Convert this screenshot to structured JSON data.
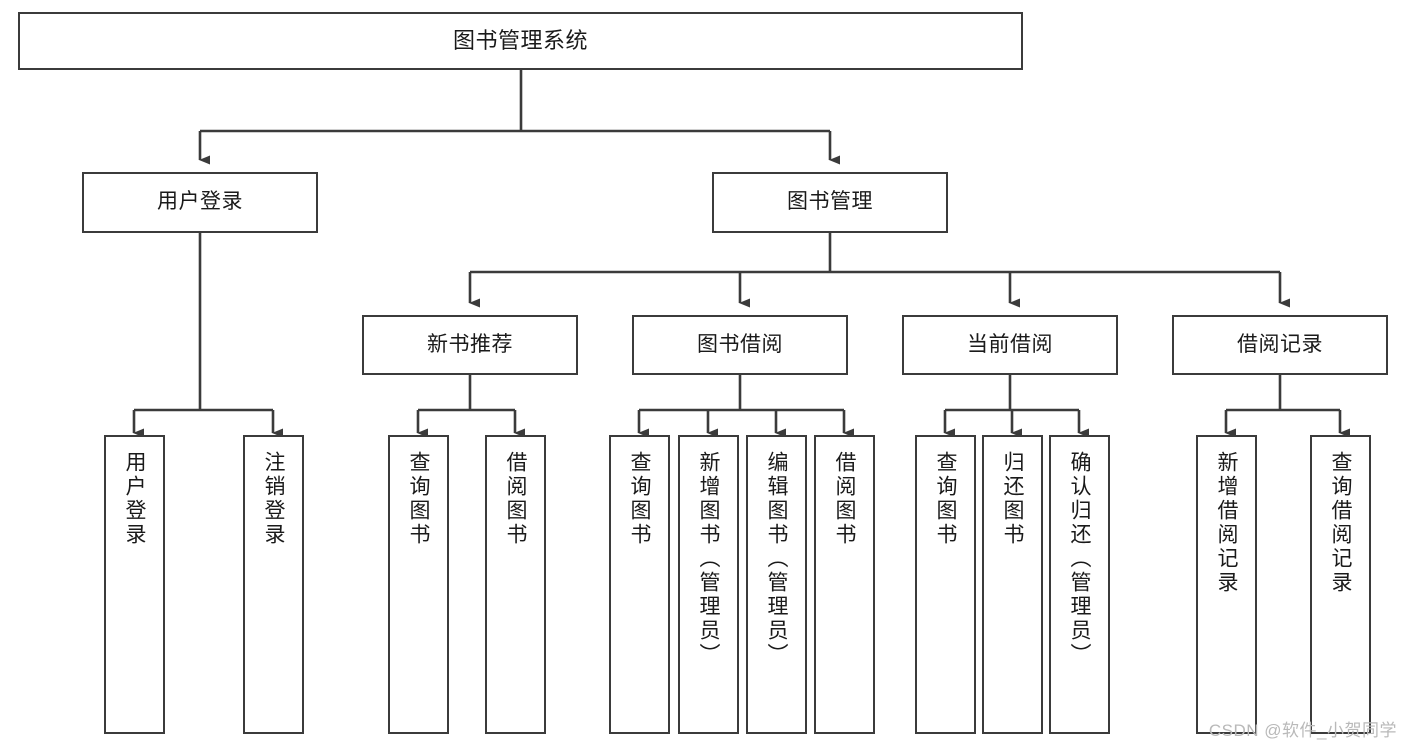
{
  "diagram": {
    "title": "图书管理系统",
    "watermark": "CSDN @软件_小贺同学",
    "colors": {
      "stroke": "#3b3b3b",
      "background": "#ffffff",
      "text": "#1a1a1a",
      "watermark": "#b9b9b9"
    },
    "nodes": {
      "root": {
        "label": "图书管理系统"
      },
      "level2": [
        {
          "id": "user-login",
          "label": "用户登录"
        },
        {
          "id": "book-manage",
          "label": "图书管理"
        }
      ],
      "level3": [
        {
          "id": "new-book-recommend",
          "label": "新书推荐"
        },
        {
          "id": "book-borrow",
          "label": "图书借阅"
        },
        {
          "id": "current-borrow",
          "label": "当前借阅"
        },
        {
          "id": "borrow-record",
          "label": "借阅记录"
        }
      ],
      "leaves": {
        "user-login": [
          {
            "id": "leaf-user-login",
            "label": "用户登录"
          },
          {
            "id": "leaf-logout-login",
            "label": "注销登录"
          }
        ],
        "new-book-recommend": [
          {
            "id": "leaf-query-book-1",
            "label": "查询图书"
          },
          {
            "id": "leaf-borrow-book-1",
            "label": "借阅图书"
          }
        ],
        "book-borrow": [
          {
            "id": "leaf-query-book-2",
            "label": "查询图书"
          },
          {
            "id": "leaf-add-book",
            "label": "新增图书（管理员）"
          },
          {
            "id": "leaf-edit-book",
            "label": "编辑图书（管理员）"
          },
          {
            "id": "leaf-borrow-book-2",
            "label": "借阅图书"
          }
        ],
        "current-borrow": [
          {
            "id": "leaf-query-book-3",
            "label": "查询图书"
          },
          {
            "id": "leaf-return-book",
            "label": "归还图书"
          },
          {
            "id": "leaf-confirm-return",
            "label": "确认归还（管理员）"
          }
        ],
        "borrow-record": [
          {
            "id": "leaf-add-record",
            "label": "新增借阅记录"
          },
          {
            "id": "leaf-query-record",
            "label": "查询借阅记录"
          }
        ]
      }
    }
  }
}
